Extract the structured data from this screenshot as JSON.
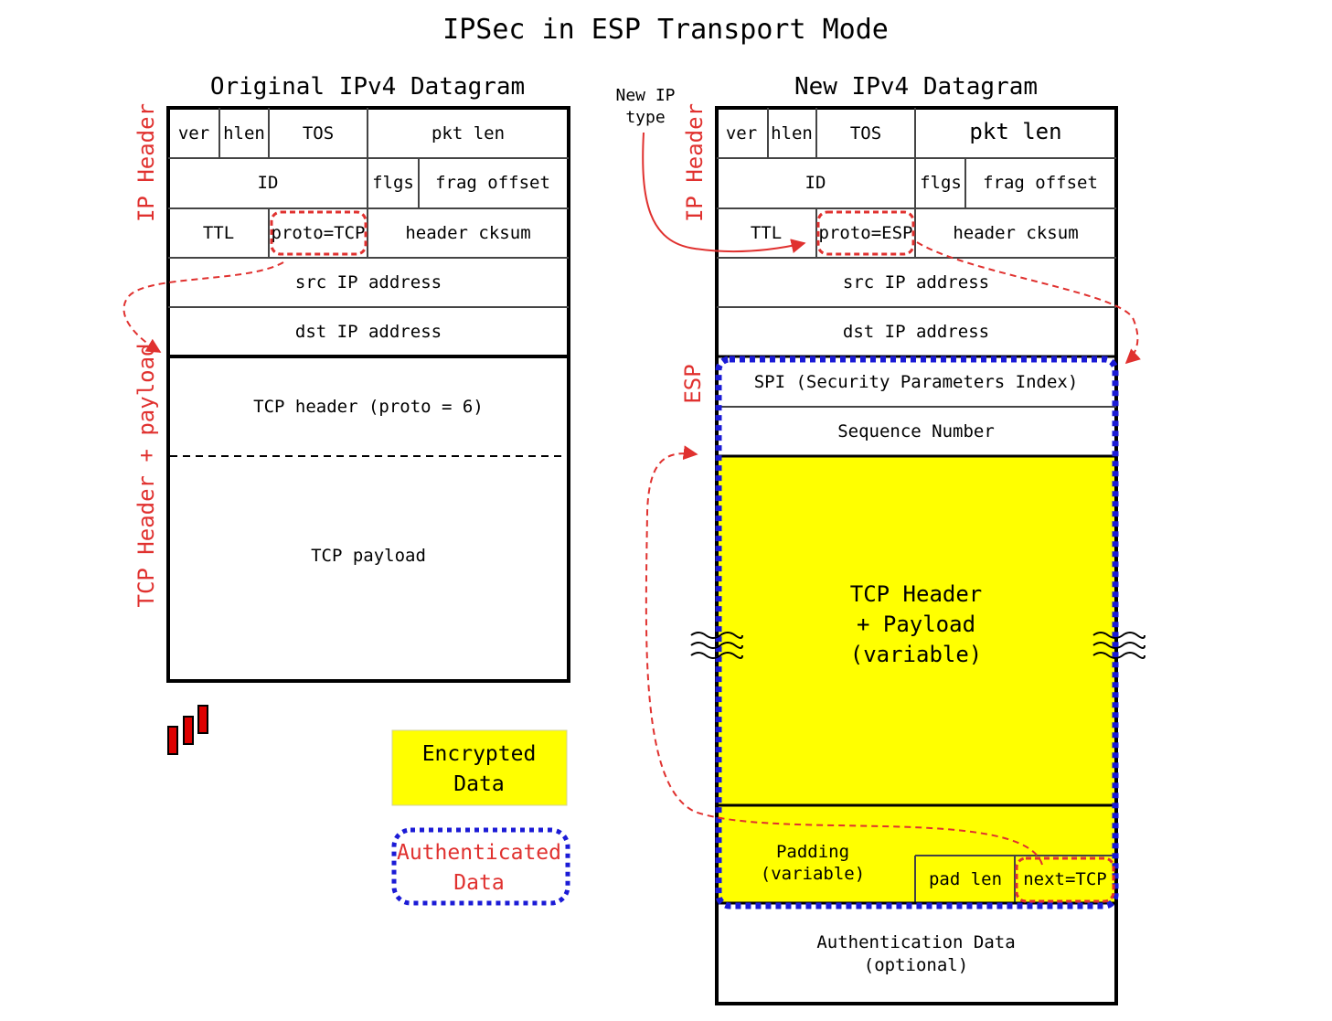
{
  "title": "IPSec in ESP Transport Mode",
  "colors": {
    "outline": "#000000",
    "divider": "#555555",
    "red_accent": "#e0312f",
    "auth_blue": "#1b1bd6",
    "encrypted_yellow": "#ffff00",
    "logo_red": "#dd0000"
  },
  "original": {
    "heading": "Original IPv4 Datagram",
    "side_label_ip": "IP Header",
    "side_label_tcp": "TCP Header + payload",
    "fields": {
      "ver": "ver",
      "hlen": "hlen",
      "tos": "TOS",
      "pkt_len": "pkt len",
      "id": "ID",
      "flgs": "flgs",
      "frag_offset": "frag offset",
      "ttl": "TTL",
      "proto": "proto=TCP",
      "header_cksum": "header cksum",
      "src": "src IP address",
      "dst": "dst IP address",
      "tcp_header": "TCP header (proto = 6)",
      "tcp_payload": "TCP payload"
    }
  },
  "new": {
    "heading": "New IPv4 Datagram",
    "note_line1": "New IP",
    "note_line2": "type",
    "side_label_ip": "IP Header",
    "side_label_esp": "ESP",
    "fields": {
      "ver": "ver",
      "hlen": "hlen",
      "tos": "TOS",
      "pkt_len": "pkt len",
      "id": "ID",
      "flgs": "flgs",
      "frag_offset": "frag offset",
      "ttl": "TTL",
      "proto": "proto=ESP",
      "header_cksum": "header cksum",
      "src": "src IP address",
      "dst": "dst IP address",
      "spi": "SPI (Security Parameters Index)",
      "seq": "Sequence Number",
      "payload_line1": "TCP Header",
      "payload_line2": "+ Payload",
      "payload_line3": "(variable)",
      "padding_line1": "Padding",
      "padding_line2": "(variable)",
      "pad_len": "pad len",
      "next": "next=TCP",
      "auth_line1": "Authentication Data",
      "auth_line2": "(optional)"
    }
  },
  "legend": {
    "encrypted_line1": "Encrypted",
    "encrypted_line2": "Data",
    "authenticated_line1": "Authenticated",
    "authenticated_line2": "Data"
  }
}
